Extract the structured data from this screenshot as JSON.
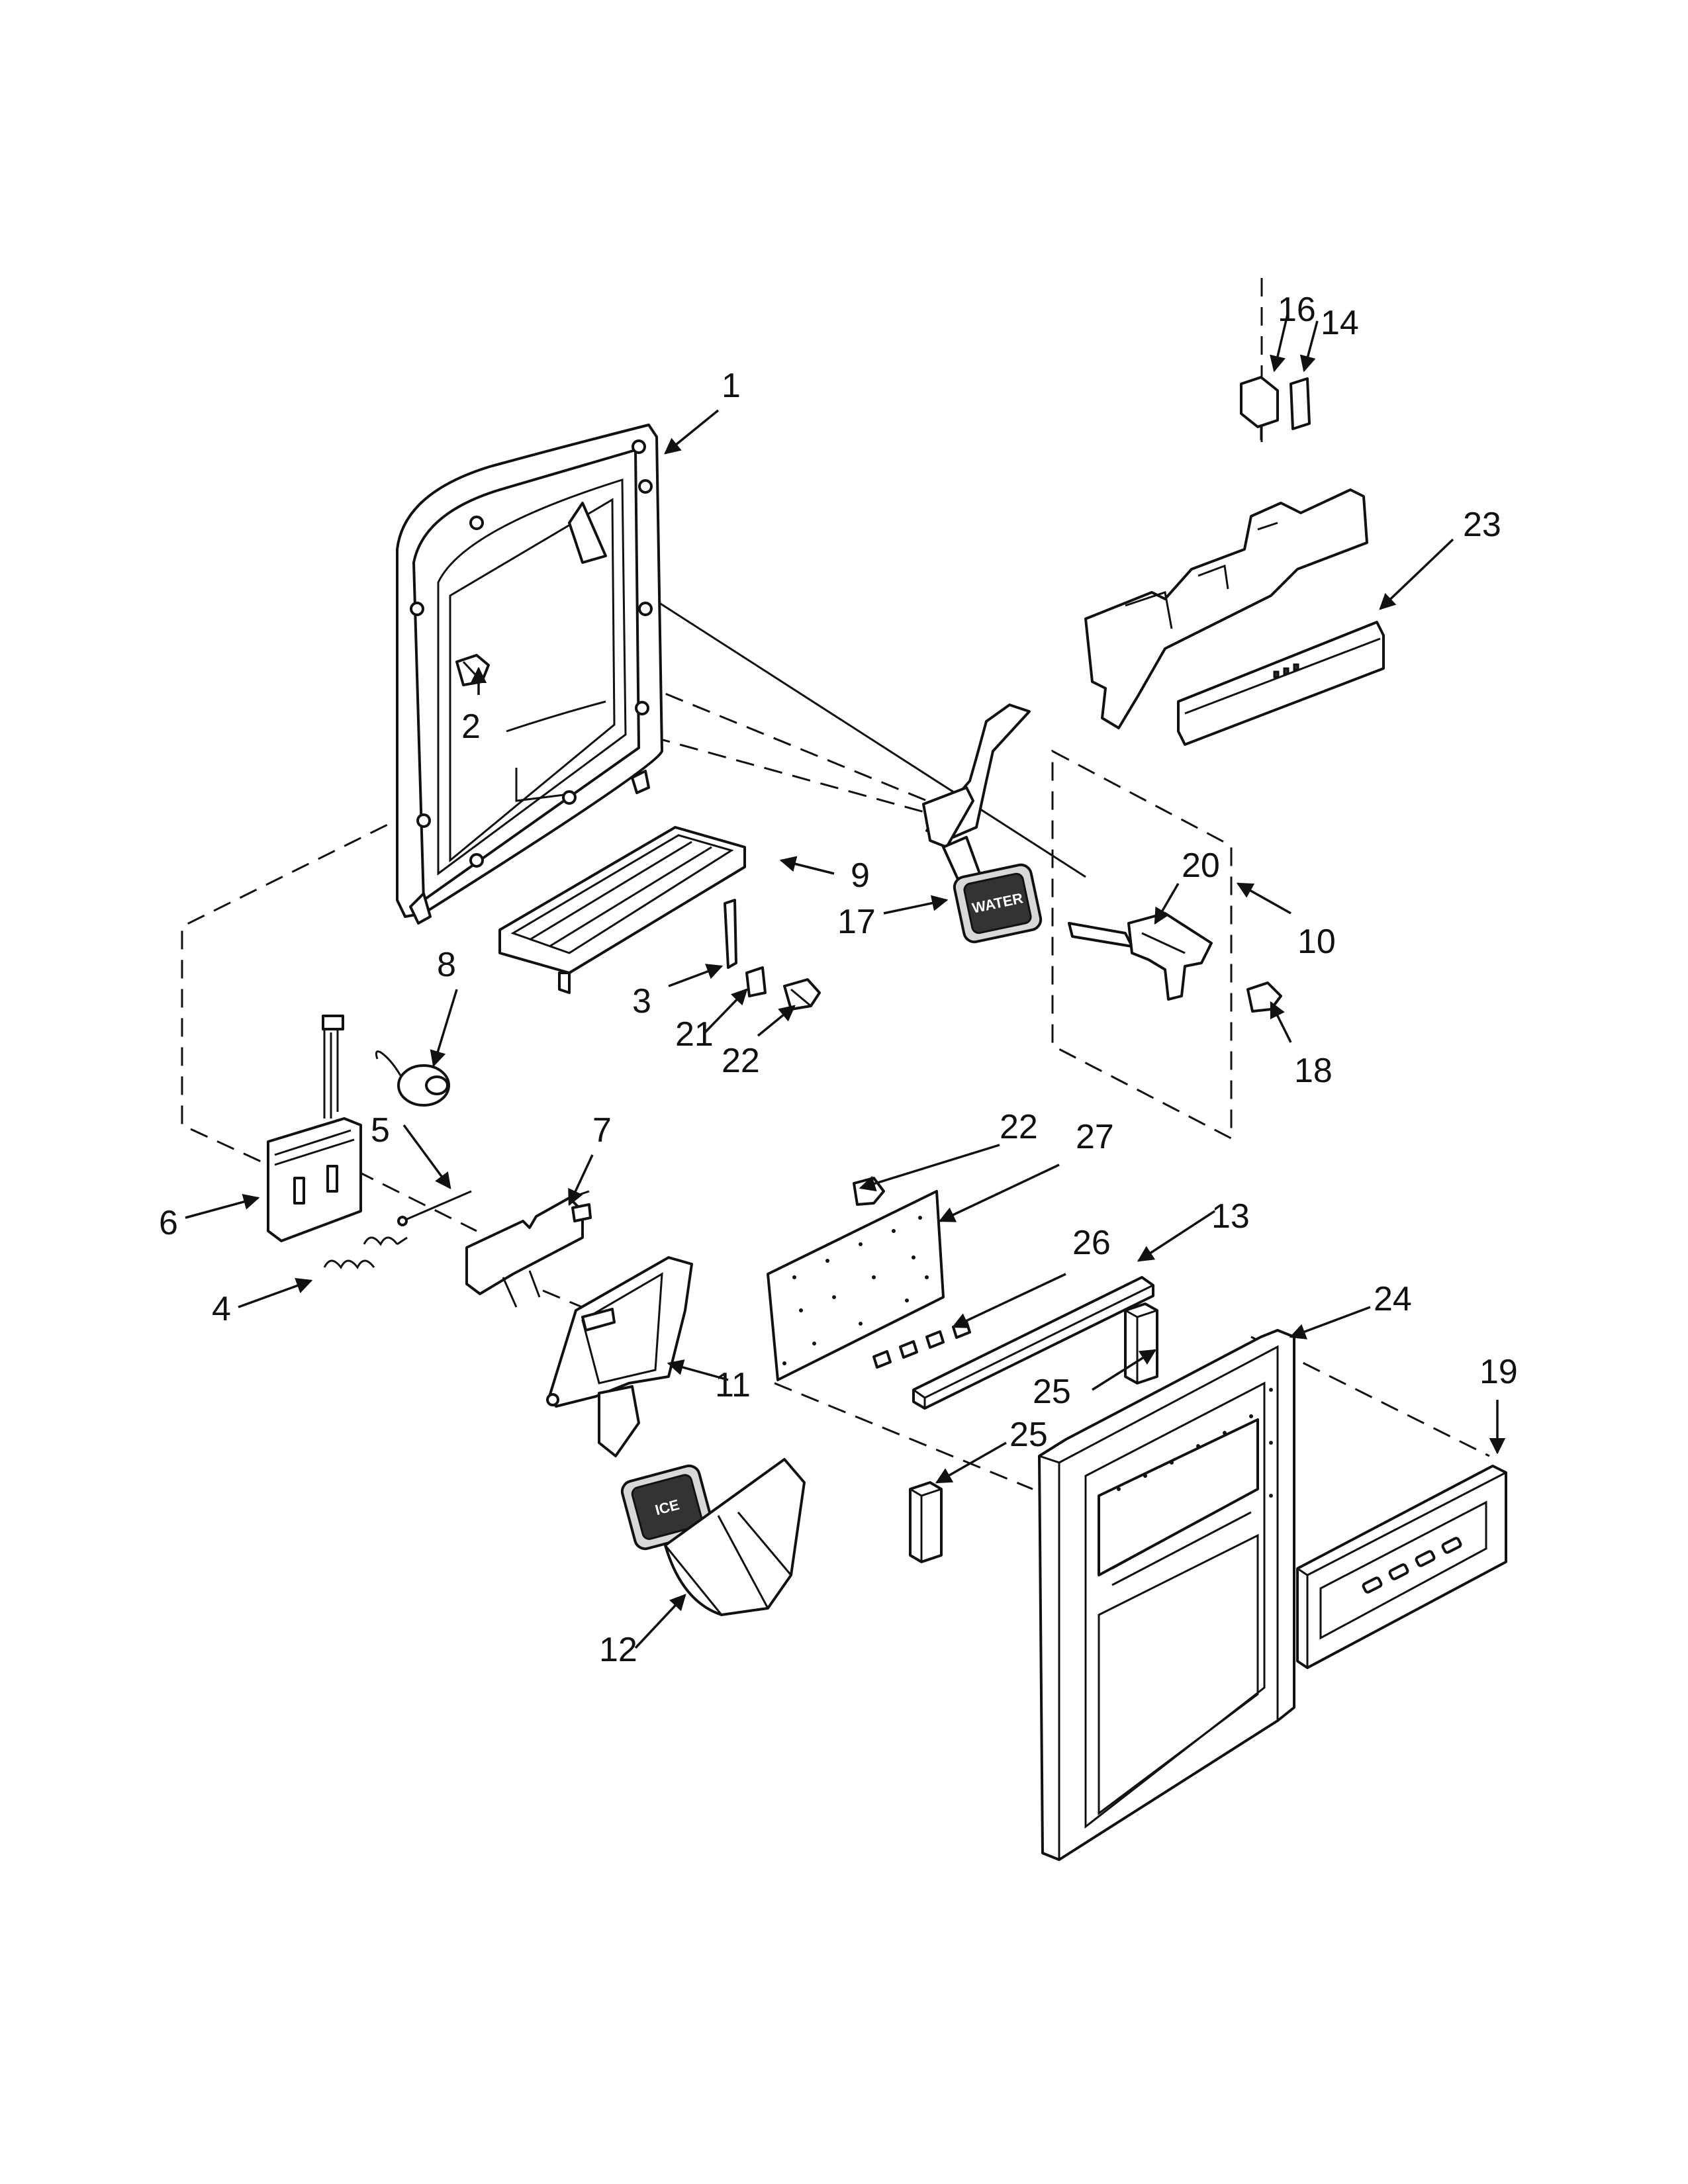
{
  "diagram": {
    "callouts": [
      "1",
      "2",
      "3",
      "4",
      "5",
      "6",
      "7",
      "8",
      "9",
      "10",
      "11",
      "12",
      "13",
      "14",
      "16",
      "17",
      "18",
      "19",
      "20",
      "21",
      "22",
      "22",
      "23",
      "24",
      "25",
      "25",
      "26",
      "27"
    ],
    "decals": {
      "water_pad": "WATER",
      "ice_pad": "ICE"
    }
  }
}
